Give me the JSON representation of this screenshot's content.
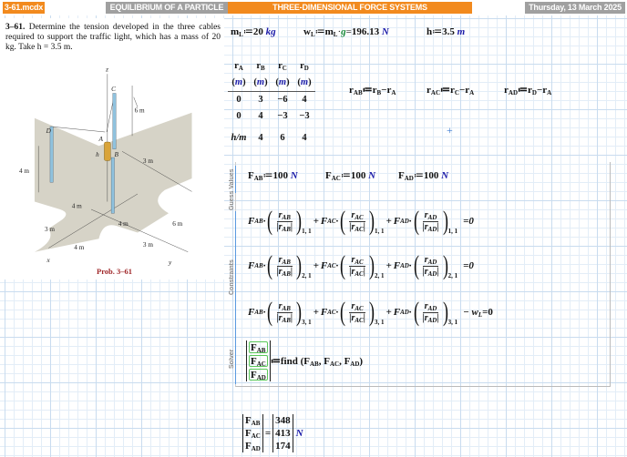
{
  "header": {
    "filename": "3-61.mcdx",
    "chapter": "EQUILIBRIUM OF A PARTICLE",
    "section": "THREE-DIMENSIONAL FORCE SYSTEMS",
    "date": "Thursday, 13 March 2025",
    "colors": {
      "orange": "#f28a1e",
      "gray": "#a0a0a0"
    }
  },
  "problem": {
    "number": "3–61.",
    "text": "Determine the tension developed in the three cables required to support the traffic light, which has a mass of 20 kg. Take h = 3.5 m.",
    "caption": "Prob. 3–61",
    "figure_labels": {
      "z": "z",
      "x": "x",
      "y": "y",
      "A": "A",
      "B": "B",
      "C": "C",
      "D": "D",
      "h": "h",
      "d6a": "6 m",
      "d3a": "3 m",
      "d4a": "4 m",
      "d4b": "4 m",
      "d3b": "3 m",
      "d4c": "4 m",
      "d4d": "4 m",
      "d6b": "6 m",
      "d3c": "3 m"
    }
  },
  "defs": {
    "mL": "20",
    "mL_unit": "kg",
    "wL_result": "196.13",
    "wL_unit": "N",
    "g": "g",
    "h": "3.5",
    "h_unit": "m"
  },
  "vectors": {
    "headers": [
      "r",
      "r",
      "r",
      "r"
    ],
    "subs": [
      "A",
      "B",
      "C",
      "D"
    ],
    "unit": "m",
    "rows": [
      [
        "0",
        "3",
        "−6",
        "4"
      ],
      [
        "0",
        "4",
        "−3",
        "−3"
      ],
      [
        "h/m",
        "4",
        "6",
        "4"
      ]
    ]
  },
  "rdefs": [
    {
      "name": "AB",
      "a": "B",
      "b": "A"
    },
    {
      "name": "AC",
      "a": "C",
      "b": "A"
    },
    {
      "name": "AD",
      "a": "D",
      "b": "A"
    }
  ],
  "guess": {
    "label": "Guess Values",
    "values": [
      {
        "name": "AB",
        "value": "100",
        "unit": "N"
      },
      {
        "name": "AC",
        "value": "100",
        "unit": "N"
      },
      {
        "name": "AD",
        "value": "100",
        "unit": "N"
      }
    ]
  },
  "constraints": {
    "label": "Constraints",
    "rows": [
      {
        "idx": "1, 1",
        "rhs": "=0"
      },
      {
        "idx": "2, 1",
        "rhs": "=0"
      },
      {
        "idx": "3, 1",
        "rhs": "− w",
        "rhs_sub": "L",
        "rhs_end": "=0"
      }
    ]
  },
  "solver": {
    "label": "Solver",
    "unknowns": [
      "AB",
      "AC",
      "AD"
    ],
    "func": "find"
  },
  "result": {
    "values": [
      "348",
      "413",
      "174"
    ],
    "unit": "N"
  }
}
